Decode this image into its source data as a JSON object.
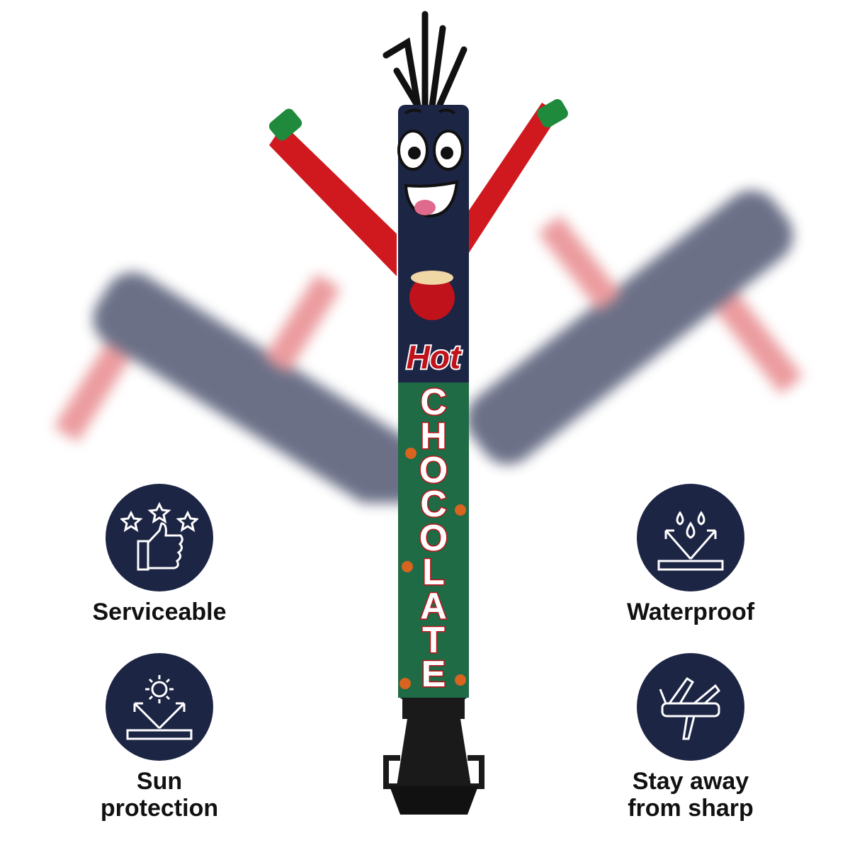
{
  "product": {
    "banner_word_1": "Hot",
    "banner_word_2": "CHOCOLATE",
    "colors": {
      "body": "#1d2545",
      "arms": "#d0191f",
      "cuffs": "#1f8a3c",
      "tree": "#1f6b45",
      "base": "#1a1a1a"
    }
  },
  "features": [
    {
      "label": "Serviceable",
      "icon": "thumbs-up-stars-icon"
    },
    {
      "label": "Waterproof",
      "icon": "water-drops-icon"
    },
    {
      "label": "Sun protection",
      "icon": "sun-icon"
    },
    {
      "label": "Stay away from sharp",
      "icon": "knife-icon"
    }
  ]
}
